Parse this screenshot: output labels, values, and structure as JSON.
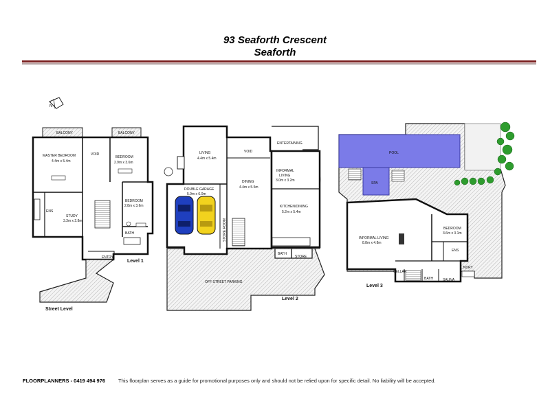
{
  "header": {
    "address": "93 Seaforth Crescent",
    "suburb": "Seaforth"
  },
  "plan": {
    "north_marker": "N",
    "level1": {
      "level_label": "Level 1",
      "street_label": "Street Level",
      "balcony_left": "BALCONY",
      "balcony_right": "BALCONY",
      "master_name": "MASTER BEDROOM",
      "master_size": "4.4m x 5.4m",
      "void": "VOID",
      "bed1_name": "BEDROOM",
      "bed1_size": "2.9m x 3.6m",
      "bed2_name": "BEDROOM",
      "bed2_size": "2.8m x 3.6m",
      "ens": "ENS",
      "study_name": "STUDY",
      "study_size": "3.3m x 2.8m",
      "bath": "BATH",
      "entry": "ENTRY"
    },
    "level2": {
      "level_label": "Level 2",
      "living_name": "LIVING",
      "living_size": "4.4m x 5.4m",
      "void": "VOID",
      "entertaining": "ENTERTAINING",
      "informal_name_1": "INFORMAL",
      "informal_name_2": "LIVING",
      "informal_size": "3.0m x 3.2m",
      "dining_name": "DINING",
      "dining_size": "4.4m x 5.5m",
      "garage_name": "DOUBLE GARAGE",
      "garage_size": "5.9m x 6.0m",
      "store_room": "STORE ROOM",
      "kitchen_name": "KITCHEN/DINING",
      "kitchen_size": "5.2m x 5.4m",
      "bath": "BATH",
      "store": "STORE",
      "parking": "OFF STREET PARKING"
    },
    "level3": {
      "level_label": "Level 3",
      "pool": "POOL",
      "spa": "SPA",
      "informal_name": "INFORMAL LIVING",
      "informal_size": "8.8m x 4.8m",
      "bed_name": "BEDROOM",
      "bed_size": "3.6m x 3.1m",
      "ens": "ENS",
      "laundry": "L'NDRY",
      "cellar": "CELLAR",
      "bath": "BATH",
      "sauna": "SAUNA"
    }
  },
  "colors": {
    "pool": "#7b7be8",
    "spa": "#7b7be8",
    "car_blue": "#1f3fbf",
    "car_yellow": "#f2d21e",
    "trees": "#2e9c2e",
    "lawn": "#f2f2f2",
    "rule": "#7a1f1f"
  },
  "footer": {
    "brand": "FLOORPLANNERS - 0419 494 976",
    "disclaimer": "This floorplan serves as a guide for promotional purposes only and should not be relied upon for specific detail. No liability will be accepted."
  }
}
